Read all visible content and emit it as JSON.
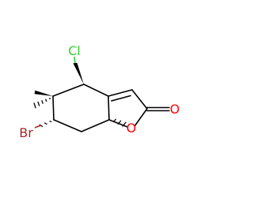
{
  "structure": {
    "atoms": {
      "cl": {
        "symbol": "Cl",
        "color": "#33cc33"
      },
      "br": {
        "symbol": "Br",
        "color": "#a52a2a"
      },
      "o_carbonyl": {
        "symbol": "O",
        "color": "#ff0000"
      },
      "o_ring": {
        "symbol": "O",
        "color": "#ff0000"
      }
    },
    "colors": {
      "bond": "#000000",
      "background": "#ffffff"
    }
  }
}
